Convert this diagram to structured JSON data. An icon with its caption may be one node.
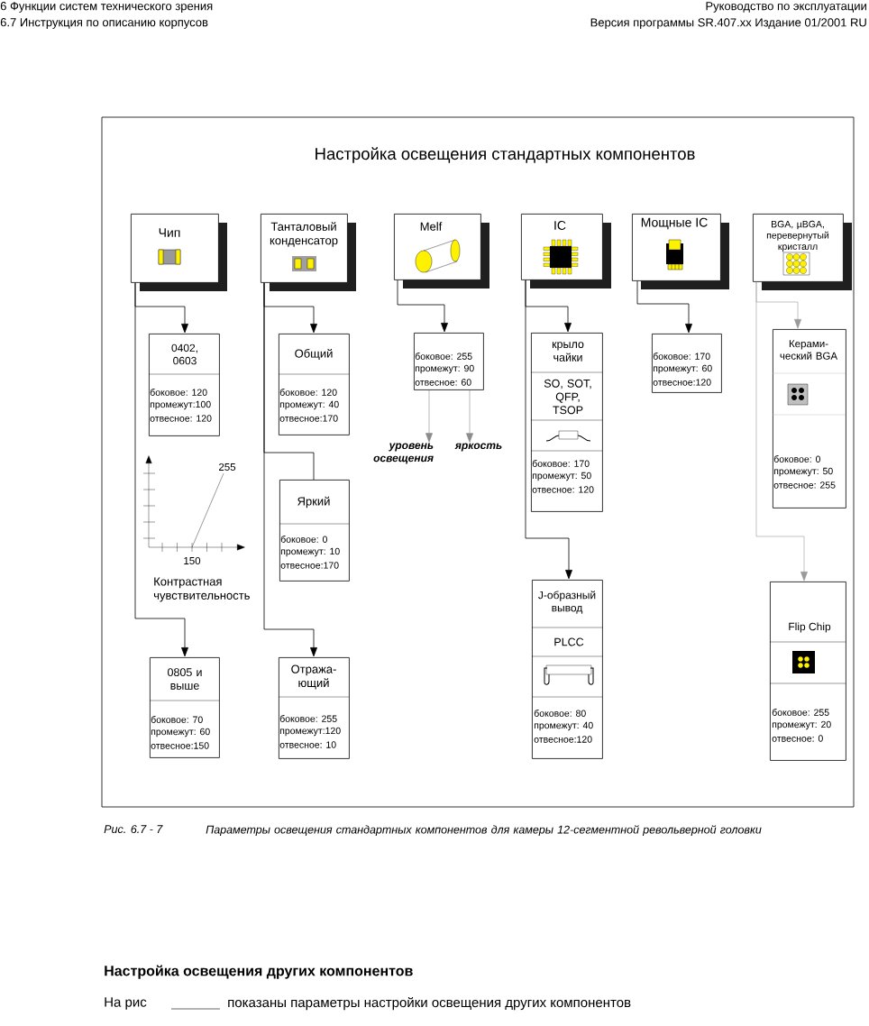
{
  "diagram": {
    "title": "Настройка освещения стандартных компонентов",
    "caption": "Параметры освещения стандартных компонентов для камеры 12-сегментной револьверной головки",
    "nodes": [
      {
        "text": [
          "Чип"
        ]
      },
      {
        "text": [
          "Танталовый конденсатор"
        ]
      },
      {
        "text": [
          "Melf"
        ]
      },
      {
        "text": [
          "IC"
        ]
      },
      {
        "text": [
          "Мощные IC"
        ]
      },
      {
        "text": [
          "BGA, µBGA, перевернутый кристалл"
        ]
      },
      {
        "text": [
          "0402, 0603",
          "боковое: 120",
          "промежут:100",
          "отвесное: 120"
        ]
      },
      {
        "text": [
          "Общий",
          "боковое: 120",
          "промежут: 40",
          "отвесное:170"
        ]
      },
      {
        "text": [
          "боковое: 255",
          "промежут: 90",
          "отвесное: 60"
        ]
      },
      {
        "text": [
          "крыло чайки",
          "SO, SOT, QFP, TSOP",
          "боковое: 170",
          "промежут: 50",
          "отвесное: 120"
        ]
      },
      {
        "text": [
          "боковое: 170",
          "промежут: 60",
          "отвесное:120"
        ]
      },
      {
        "text": [
          "Керами- ческий BGA",
          "боковое: 0",
          "промежут: 50",
          "отвесное: 255"
        ]
      },
      {
        "text": [
          "Яркий",
          "боковое: 0",
          "промежут: 10",
          "отвесное:170"
        ]
      },
      {
        "text": [
          "0805 и выше",
          "боковое: 70",
          "промежут: 60",
          "отвесное:150"
        ]
      },
      {
        "text": [
          "Отража- ющий",
          "боковое: 255",
          "промежут:120",
          "отвесное: 10"
        ]
      },
      {
        "text": [
          "J-образный вывод",
          "PLCC",
          "боковое: 80",
          "промежут: 40",
          "отвесное:120"
        ]
      },
      {
        "text": [
          "Flip Chip",
          "боковое: 255",
          "промежут: 20",
          "отвесное: 0"
        ]
      },
      {
        "text": [
          "уровень освещения"
        ]
      },
      {
        "text": [
          "яркость"
        ]
      }
    ],
    "edges": [
      {
        "from": 0,
        "to": 6,
        "arrow": "to"
      },
      {
        "from": 0,
        "to": 13,
        "arrow": "to"
      },
      {
        "from": 1,
        "to": 7,
        "arrow": "to"
      },
      {
        "from": 1,
        "to": 12,
        "arrow": "none"
      },
      {
        "from": 1,
        "to": 14,
        "arrow": "to"
      },
      {
        "from": 2,
        "to": 8,
        "arrow": "to"
      },
      {
        "from": 8,
        "to": 17,
        "arrow": "to",
        "color": "#8c8c8c"
      },
      {
        "from": 8,
        "to": 18,
        "arrow": "to",
        "color": "#8c8c8c"
      },
      {
        "from": 3,
        "to": 9,
        "arrow": "to"
      },
      {
        "from": 3,
        "to": 15,
        "arrow": "to"
      },
      {
        "from": 4,
        "to": 10,
        "arrow": "to"
      },
      {
        "from": 5,
        "to": 11,
        "arrow": "to",
        "color": "#9a9a9a"
      },
      {
        "from": 5,
        "to": 16,
        "arrow": "to",
        "color": "#9a9a9a"
      }
    ],
    "labels": [
      "6 Функции систем технического зрения",
      "6.7 Инструкция по описанию корпусов",
      "Руководство по эксплуатации",
      "Версия программы SR.407.xx  Издание 01/2001 RU",
      "255",
      "150",
      "Контрастная чувствительность",
      "Рис. 6.7 - 7",
      "Настройка освещения других компонентов",
      "На рис",
      "показаны параметры настройки освещения других компонентов"
    ]
  }
}
